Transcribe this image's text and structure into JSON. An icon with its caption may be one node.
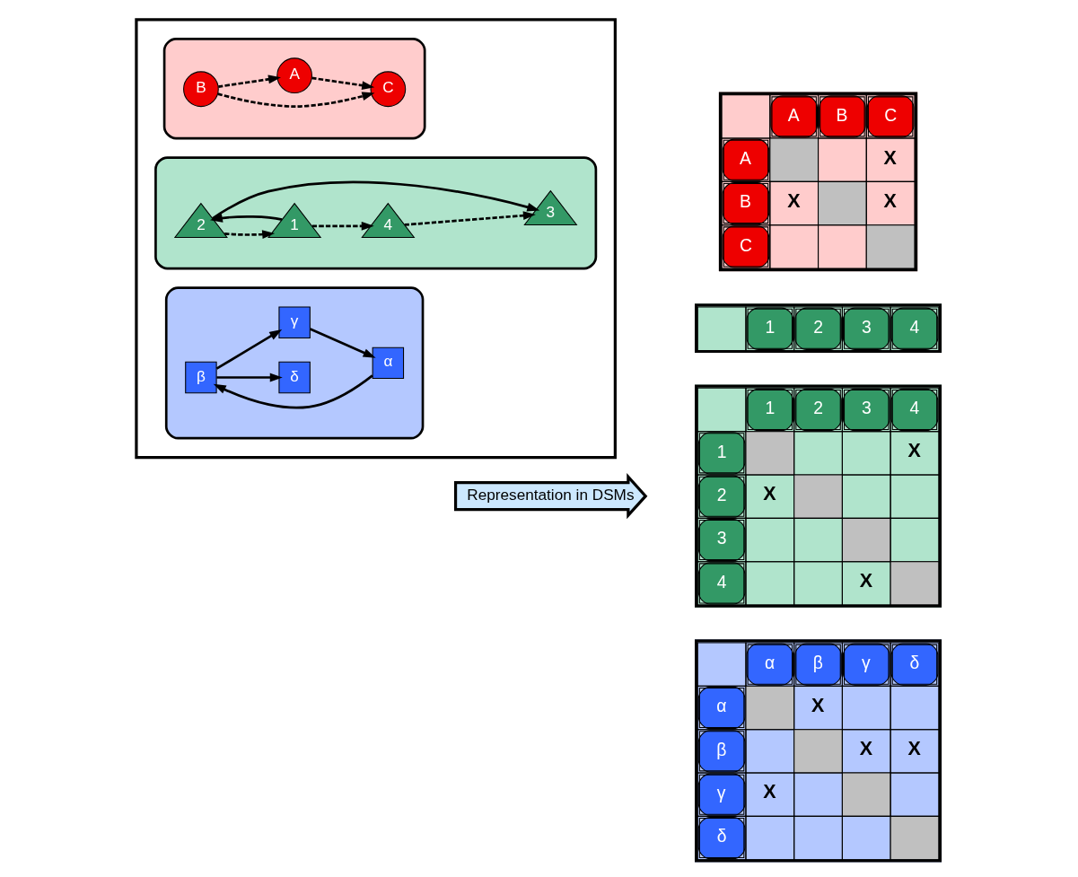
{
  "diagram": {
    "nodes": [
      {
        "text": [],
        "shape": "box"
      },
      {
        "text": [],
        "shape": "cloud",
        "in": 0
      },
      {
        "text": [
          "B"
        ],
        "in": 1
      },
      {
        "text": [
          "C"
        ],
        "in": 1
      },
      {
        "text": [
          "A"
        ],
        "in": 1
      },
      {
        "text": [],
        "shape": "cloud",
        "in": 0
      },
      {
        "text": [
          "3"
        ],
        "in": 5
      },
      {
        "text": [
          "2"
        ],
        "in": 5
      },
      {
        "text": [
          "1"
        ],
        "in": 5
      },
      {
        "text": [
          "4"
        ],
        "in": 5
      },
      {
        "text": [],
        "shape": "cloud",
        "in": 0
      },
      {
        "text": [
          "δ"
        ],
        "in": 10
      },
      {
        "text": [
          "α"
        ],
        "in": 10
      },
      {
        "text": [
          "β"
        ],
        "in": 10
      },
      {
        "text": [
          "γ"
        ],
        "in": 10
      },
      {
        "text": [
          "Representation in DSMs"
        ]
      }
    ],
    "edges": [
      {
        "from": 2,
        "to": 4,
        "arrow": "to",
        "style": "dashed"
      },
      {
        "from": 2,
        "to": 3,
        "arrow": "to",
        "style": "dashed"
      },
      {
        "from": 4,
        "to": 3,
        "arrow": "to",
        "style": "dashed"
      },
      {
        "from": 8,
        "to": 7,
        "arrow": "to"
      },
      {
        "from": 7,
        "to": 6,
        "arrow": "to"
      },
      {
        "from": 7,
        "to": 8,
        "arrow": "to",
        "style": "dashed"
      },
      {
        "from": 8,
        "to": 9,
        "arrow": "to",
        "style": "dashed"
      },
      {
        "from": 9,
        "to": 6,
        "arrow": "to",
        "style": "dashed"
      },
      {
        "from": 12,
        "to": 13,
        "arrow": "to"
      },
      {
        "from": 13,
        "to": 11,
        "arrow": "to"
      },
      {
        "from": 13,
        "to": 14,
        "arrow": "to"
      },
      {
        "from": 14,
        "to": 12,
        "arrow": "to"
      }
    ],
    "labels": [
      "A",
      "B",
      "C",
      "A",
      "X",
      "B",
      "X",
      "X",
      "C",
      "1",
      "2",
      "3",
      "4",
      "1",
      "2",
      "3",
      "4",
      "1",
      "X",
      "2",
      "X",
      "3",
      "4",
      "X",
      "α",
      "β",
      "γ",
      "δ",
      "α",
      "X",
      "β",
      "X",
      "X",
      "γ",
      "X",
      "δ"
    ]
  }
}
